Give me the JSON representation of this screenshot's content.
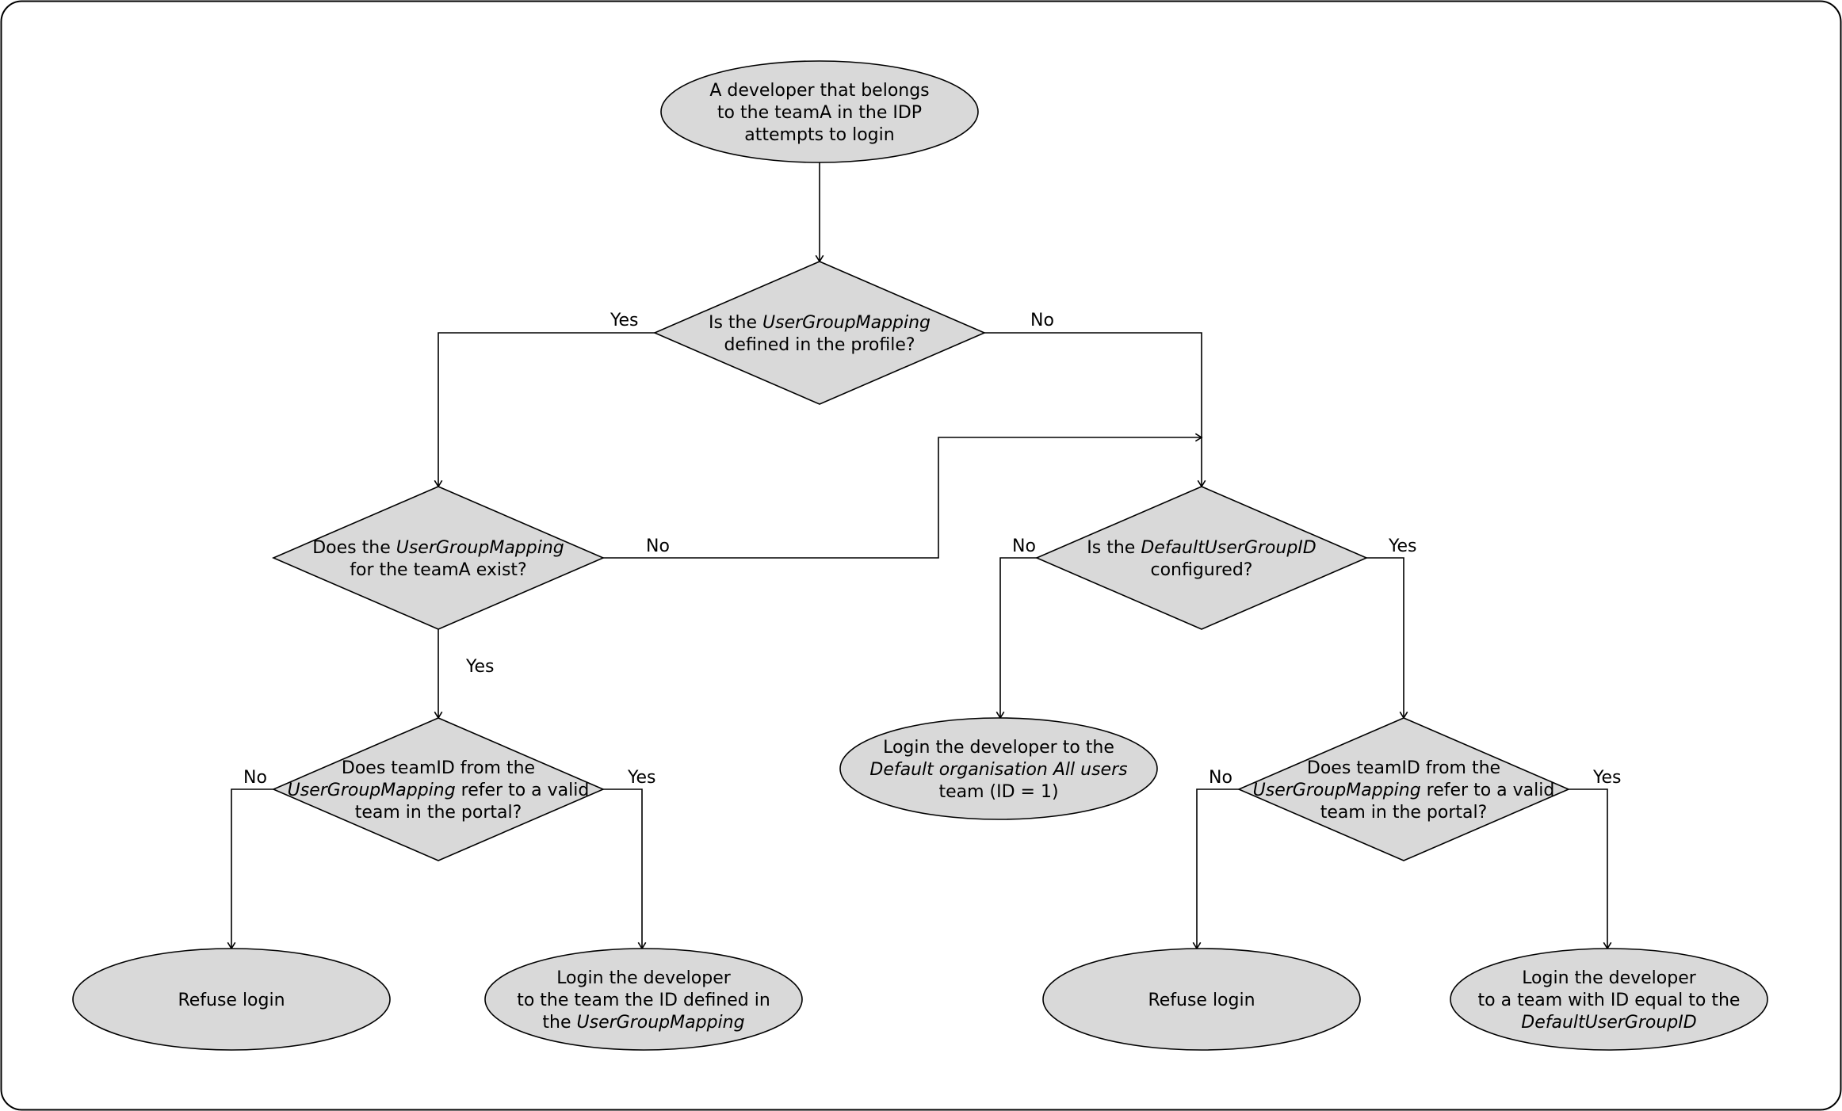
{
  "colors": {
    "node_fill": "#d9d9d9",
    "stroke": "#000000",
    "background": "#ffffff",
    "frame": "#000000"
  },
  "nodes": {
    "start": {
      "shape": "ellipse",
      "lines": [
        [
          {
            "t": "A developer that belongs"
          }
        ],
        [
          {
            "t": "to the teamA in the IDP"
          }
        ],
        [
          {
            "t": "attempts to login"
          }
        ]
      ]
    },
    "q_mapping_defined": {
      "shape": "diamond",
      "lines": [
        [
          {
            "t": "Is the "
          },
          {
            "t": "UserGroupMapping",
            "i": true
          }
        ],
        [
          {
            "t": "defined in the profile?"
          }
        ]
      ]
    },
    "q_mapping_exists": {
      "shape": "diamond",
      "lines": [
        [
          {
            "t": "Does the "
          },
          {
            "t": "UserGroupMapping",
            "i": true
          }
        ],
        [
          {
            "t": "for the teamA exist?"
          }
        ]
      ]
    },
    "q_default_configured": {
      "shape": "diamond",
      "lines": [
        [
          {
            "t": "Is the "
          },
          {
            "t": "DefaultUserGroupID",
            "i": true
          }
        ],
        [
          {
            "t": "configured?"
          }
        ]
      ]
    },
    "q_valid_team_left": {
      "shape": "diamond",
      "lines": [
        [
          {
            "t": "Does teamID from the"
          }
        ],
        [
          {
            "t": "UserGroupMapping",
            "i": true
          },
          {
            "t": " refer to a valid"
          }
        ],
        [
          {
            "t": "team in the portal?"
          }
        ]
      ]
    },
    "login_default_org": {
      "shape": "ellipse",
      "lines": [
        [
          {
            "t": "Login the developer to the"
          }
        ],
        [
          {
            "t": "Default organisation All users",
            "i": true
          }
        ],
        [
          {
            "t": "team (ID = 1)"
          }
        ]
      ]
    },
    "q_valid_team_right": {
      "shape": "diamond",
      "lines": [
        [
          {
            "t": "Does teamID from the"
          }
        ],
        [
          {
            "t": "UserGroupMapping",
            "i": true
          },
          {
            "t": " refer to a valid"
          }
        ],
        [
          {
            "t": "team in the portal?"
          }
        ]
      ]
    },
    "refuse_left": {
      "shape": "ellipse",
      "lines": [
        [
          {
            "t": "Refuse login"
          }
        ]
      ]
    },
    "login_mapping_team": {
      "shape": "ellipse",
      "lines": [
        [
          {
            "t": "Login the developer"
          }
        ],
        [
          {
            "t": "to the team the ID defined in"
          }
        ],
        [
          {
            "t": "the "
          },
          {
            "t": "UserGroupMapping",
            "i": true
          }
        ]
      ]
    },
    "refuse_right": {
      "shape": "ellipse",
      "lines": [
        [
          {
            "t": "Refuse login"
          }
        ]
      ]
    },
    "login_default_id": {
      "shape": "ellipse",
      "lines": [
        [
          {
            "t": "Login the developer"
          }
        ],
        [
          {
            "t": "to a team with ID equal to the"
          }
        ],
        [
          {
            "t": "DefaultUserGroupID",
            "i": true
          }
        ]
      ]
    }
  },
  "edges": [
    {
      "from": "start",
      "to": "q_mapping_defined",
      "label": ""
    },
    {
      "from": "q_mapping_defined",
      "to": "q_mapping_exists",
      "label": "Yes"
    },
    {
      "from": "q_mapping_defined",
      "to": "q_default_configured",
      "label": "No"
    },
    {
      "from": "q_mapping_exists",
      "to": "q_default_configured",
      "label": "No"
    },
    {
      "from": "q_mapping_exists",
      "to": "q_valid_team_left",
      "label": "Yes"
    },
    {
      "from": "q_default_configured",
      "to": "login_default_org",
      "label": "No"
    },
    {
      "from": "q_default_configured",
      "to": "q_valid_team_right",
      "label": "Yes"
    },
    {
      "from": "q_valid_team_left",
      "to": "refuse_left",
      "label": "No"
    },
    {
      "from": "q_valid_team_left",
      "to": "login_mapping_team",
      "label": "Yes"
    },
    {
      "from": "q_valid_team_right",
      "to": "refuse_right",
      "label": "No"
    },
    {
      "from": "q_valid_team_right",
      "to": "login_default_id",
      "label": "Yes"
    }
  ]
}
